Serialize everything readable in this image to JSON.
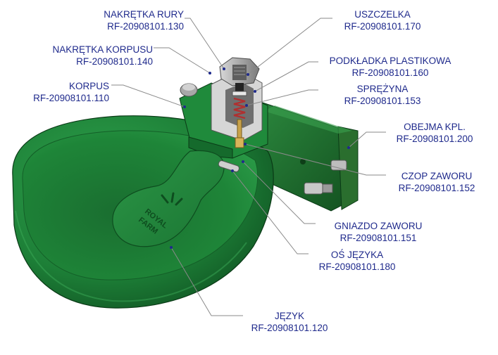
{
  "product": {
    "logo_line1": "ROYAL",
    "logo_line2": "FARM"
  },
  "colors": {
    "body_green": "#1f8a3b",
    "dark_green": "#0f4a20",
    "label_blue": "#1f2a8c",
    "leader_gray": "#8a8a8a",
    "brass": "#c8a24a"
  },
  "parts": [
    {
      "id": "nakretka-rury",
      "name": "NAKRĘTKA RURY",
      "code": "RF-20908101.130"
    },
    {
      "id": "nakretka-korpusu",
      "name": "NAKRĘTKA KORPUSU",
      "code": "RF-20908101.140"
    },
    {
      "id": "korpus",
      "name": "KORPUS",
      "code": "RF-20908101.110"
    },
    {
      "id": "uszczelka",
      "name": "USZCZELKA",
      "code": "RF-20908101.170"
    },
    {
      "id": "podkladka",
      "name": "PODKŁADKA PLASTIKOWA",
      "code": "RF-20908101.160"
    },
    {
      "id": "sprezyna",
      "name": "SPRĘŻYNA",
      "code": "RF-20908101.153"
    },
    {
      "id": "obejma",
      "name": "OBEJMA KPL.",
      "code": "RF-20908101.200"
    },
    {
      "id": "czop",
      "name": "CZOP ZAWORU",
      "code": "RF-20908101.152"
    },
    {
      "id": "gniazdo",
      "name": "GNIAZDO ZAWORU",
      "code": "RF-20908101.151"
    },
    {
      "id": "os-jezyka",
      "name": "OŚ JĘZYKA",
      "code": "RF-20908101.180"
    },
    {
      "id": "jezyk",
      "name": "JĘZYK",
      "code": "RF-20908101.120"
    }
  ]
}
